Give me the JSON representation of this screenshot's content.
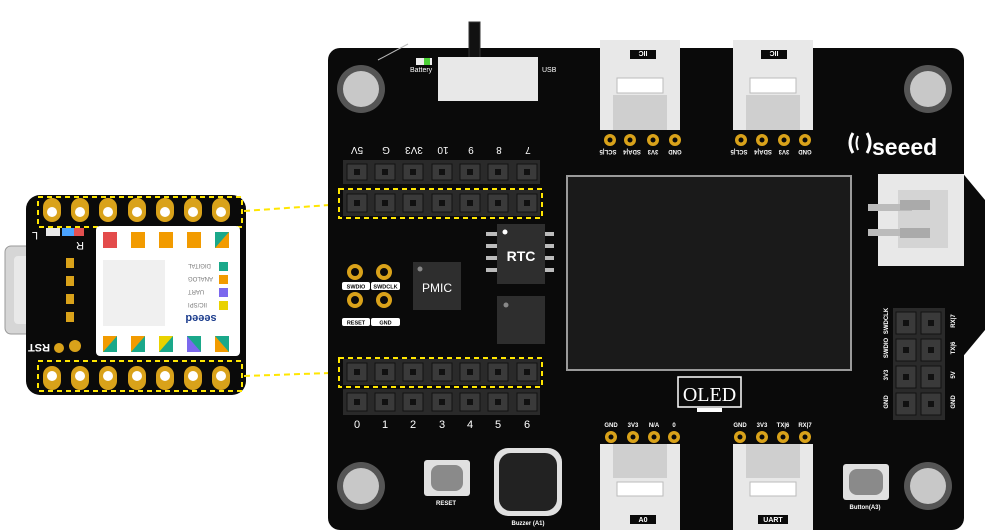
{
  "colors": {
    "board": "#0a0a0a",
    "gold": "#d9a21a",
    "dash": "#ffe600",
    "connector": "#e8e8e8",
    "white": "#ffffff"
  },
  "module": {
    "pin_labels": [
      "DIGITAL",
      "ANALOG",
      "UART",
      "IIC/SPI"
    ],
    "brand": "seeed",
    "rst": "RST",
    "side_marks": [
      "L",
      "R"
    ]
  },
  "expansion": {
    "battery_label": "Battery",
    "usb_label": "USB",
    "brand": "seeed",
    "top_header_labels": [
      "5V",
      "G",
      "3V3",
      "10",
      "9",
      "8",
      "7"
    ],
    "bottom_header_labels": [
      "0",
      "1",
      "2",
      "3",
      "4",
      "5",
      "6"
    ],
    "swd_labels": [
      "SWDIO",
      "SWDCLK",
      "RESET",
      "GND"
    ],
    "pmic_label": "PMIC",
    "rtc_label": "RTC",
    "oled_label": "OLED",
    "iic_left_title": "IIC",
    "iic_right_title": "IIC",
    "iic_pins": [
      "GND",
      "3V3",
      "SDA|4",
      "SCL|5"
    ],
    "a0_title": "A0",
    "a0_pins": [
      "GND",
      "3V3",
      "N/A",
      "0"
    ],
    "uart_title": "UART",
    "uart_pins": [
      "GND",
      "3V3",
      "TX|6",
      "RX|7"
    ],
    "swd_side_top": [
      "SWDCLK",
      "SWDIO",
      "3V3",
      "GND"
    ],
    "swd_side_right": [
      "RX|7",
      "TX|6",
      "5V",
      "GND"
    ],
    "reset_label": "RESET",
    "buzzer_label": "Buzzer (A1)",
    "button_label": "Button(A3)"
  }
}
